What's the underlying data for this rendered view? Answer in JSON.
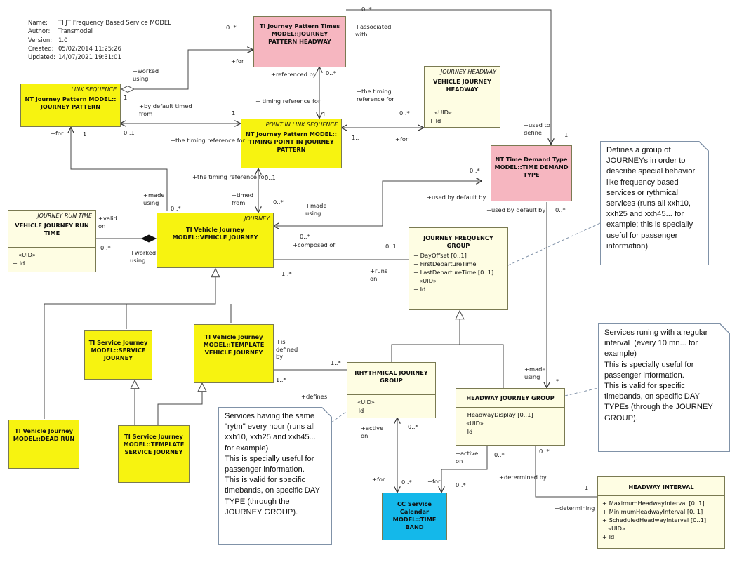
{
  "meta": {
    "name_label": "Name:",
    "name": "TI JT Frequency Based Service MODEL",
    "author_label": "Author:",
    "author": "Transmodel",
    "version_label": "Version:",
    "version": "1.0",
    "created_label": "Created:",
    "created": "05/02/2014 11:25:26",
    "updated_label": "Updated:",
    "updated": "14/07/2021 19:31:01"
  },
  "classes": {
    "jpt": {
      "title": "TI Journey Pattern Times MODEL::JOURNEY PATTERN HEADWAY"
    },
    "jp": {
      "stereotype": "LINK SEQUENCE",
      "title": "NT Journey Pattern MODEL:: JOURNEY PATTERN"
    },
    "tp": {
      "stereotype": "POINT IN LINK SEQUENCE",
      "title": "NT Journey Pattern MODEL:: TIMING POINT IN JOURNEY PATTERN"
    },
    "vjh": {
      "stereotype": "JOURNEY HEADWAY",
      "title": "VEHICLE JOURNEY HEADWAY",
      "uid": "«UID»",
      "attrs": [
        "+ Id"
      ]
    },
    "tdt": {
      "title": "NT Time Demand Type MODEL::TIME DEMAND TYPE"
    },
    "vjrt": {
      "stereotype": "JOURNEY RUN TIME",
      "title": "VEHICLE JOURNEY RUN TIME",
      "uid": "«UID»",
      "attrs": [
        "+ Id"
      ]
    },
    "vj": {
      "stereotype": "JOURNEY",
      "title": "TI Vehicle Journey MODEL::VEHICLE JOURNEY"
    },
    "jfg": {
      "title": "JOURNEY FREQUENCY GROUP",
      "attrs": [
        "+ DayOffset [0..1]",
        "+ FirstDepartureTime",
        "+ LastDepartureTime [0..1]"
      ],
      "uid": "«UID»",
      "id_attr": "+ Id"
    },
    "sj": {
      "title": "TI Service Journey MODEL::SERVICE JOURNEY"
    },
    "tvj": {
      "title": "TI Vehicle Journey MODEL::TEMPLATE VEHICLE JOURNEY"
    },
    "dr": {
      "title": "TI Vehicle Journey MODEL::DEAD RUN"
    },
    "tsj": {
      "title": "TI Service Journey MODEL::TEMPLATE SERVICE JOURNEY"
    },
    "rjg": {
      "title": "RHYTHMICAL JOURNEY GROUP",
      "uid": "«UID»",
      "attrs": [
        "+ Id"
      ]
    },
    "hjg": {
      "title": "HEADWAY JOURNEY GROUP",
      "attrs": [
        "+ HeadwayDisplay [0..1]"
      ],
      "uid": "«UID»",
      "id_attr": "+ Id"
    },
    "cc": {
      "title": "CC Service Calendar MODEL::TIME BAND"
    },
    "hi": {
      "title": "HEADWAY INTERVAL",
      "attrs": [
        "+ MaximumHeadwayInterval [0..1]",
        "+ MinimumHeadwayInterval [0..1]",
        "+ ScheduledHeadwayInterval [0..1]"
      ],
      "uid": "«UID»",
      "id_attr": "+ Id"
    }
  },
  "notes": {
    "tdt_note": "Defines a group of JOURNEYs in order to describe special behavior like frequency based services or rythmical services (runs all xxh10, xxh25 and xxh45... for example; this is specially useful for passenger information)",
    "hjg_note": "Services runing with a regular interval  (every 10 mn... for example)\nThis is specially useful for passenger information.\nThis is valid for specific timebands, on specific DAY TYPEs (through the JOURNEY GROUP).",
    "rjg_note": "Services having the same \"rytm\" every hour (runs all xxh10, xxh25 and xxh45... for example)\nThis is specially useful for passenger information.\nThis is valid for specific timebands, on specific DAY TYPE (through the JOURNEY GROUP)."
  },
  "labels": {
    "l1": "0..*",
    "l2": "0..*",
    "l3": "+associated with",
    "l4": "+for",
    "l5": "+worked using",
    "l6": "+referenced by",
    "l7": "0..*",
    "l8": "1",
    "l9": "+by default timed from",
    "l10": "1",
    "l11": "+ timing reference for",
    "l12": "+the timing reference for",
    "l13": "0..*",
    "l14": "1",
    "l15": "0..1",
    "l16": "+for",
    "l17": "1",
    "l18": "+the timing reference for",
    "l19": "1..",
    "l20": "+for",
    "l21": "+used to define",
    "l22": "1",
    "l23": "+the timing reference for",
    "l24": "0..1",
    "l25": "0..*",
    "l26": "+timed from",
    "l27": "0..*",
    "l28": "+made using",
    "l29": "0..*",
    "l30": "+made using",
    "l31": "+used by default by",
    "l32": "+used by default by",
    "l33": "0..*",
    "l34": "+valid on",
    "l35": "0..*",
    "l36": "+worked using",
    "l37": "0..*",
    "l38": "+composed of",
    "l39": "0..1",
    "l40": "1..*",
    "l41": "+runs on",
    "l42": "+is defined by",
    "l43": "1..*",
    "l44": "1..*",
    "l45": "+defines",
    "l46": "+made using",
    "l47": "*",
    "l48": "+active on",
    "l49": "0..*",
    "l50": "+for",
    "l51": "0..*",
    "l52": "+active on",
    "l53": "0..*",
    "l54": "+for",
    "l55": "0..*",
    "l56": "0..*",
    "l57": "+determined by",
    "l58": "1",
    "l59": "+determining"
  }
}
